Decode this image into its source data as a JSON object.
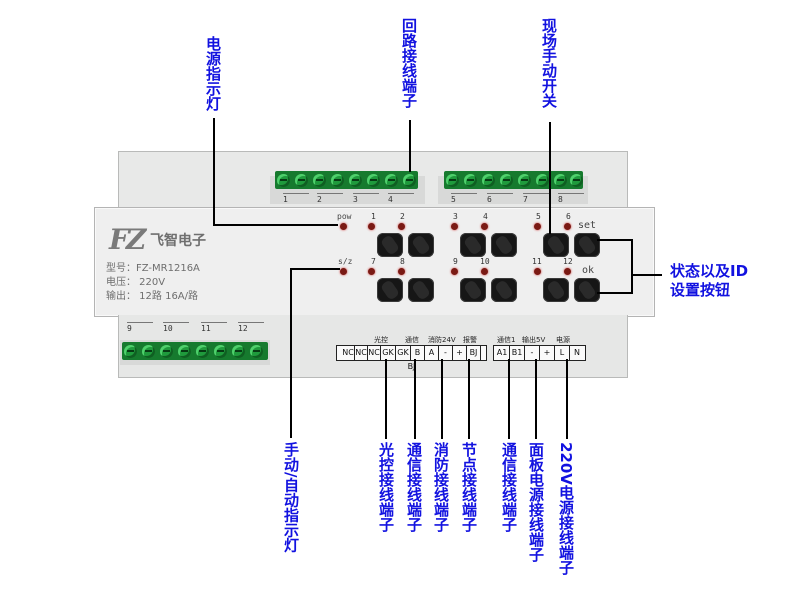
{
  "device": {
    "logo": "FZ",
    "brand": "飞智电子",
    "model": "型号：FZ-MR1216A",
    "voltage": "电压：  220V",
    "output": "输出：  12路 16A/路",
    "indicator_pow": "pow",
    "indicator_sz": "s/z",
    "set_label": "set",
    "ok_label": "ok",
    "channel_numbers_top": [
      "1",
      "2",
      "3",
      "4",
      "5",
      "6"
    ],
    "channel_numbers_bottom": [
      "7",
      "8",
      "9",
      "10",
      "11",
      "12"
    ],
    "top_channels": [
      "1",
      "2",
      "3",
      "4",
      "5",
      "6",
      "7",
      "8"
    ],
    "bottom_channels": [
      "9",
      "10",
      "11",
      "12"
    ],
    "terminal_groups": {
      "g1": "光控",
      "g2": "通信",
      "g3": "消防24V",
      "g4": "报警",
      "g5": "通信1",
      "g6": "输出5V",
      "g7": "电源"
    },
    "terminal_cells": {
      "left": [
        "NC",
        "NC",
        "NC",
        "GK",
        "GK",
        "B",
        "A",
        "-",
        "+",
        "BJ",
        "BJ"
      ],
      "right": [
        "A1",
        "B1",
        "-",
        "+",
        "L",
        "N"
      ]
    }
  },
  "callouts": {
    "power_indicator": "电源指示灯",
    "circuit_terminal": "回路接线端子",
    "manual_switch": "现场手动开关",
    "status_id": "状态以及ID",
    "set_button": "设置按钮",
    "manual_auto_indicator": "手动/自动指示灯",
    "light_control_terminal": "光控接线端子",
    "comm_terminal": "通信接线端子",
    "fire_terminal": "消防接线端子",
    "node_terminal": "节点接线端子",
    "comm_terminal_2": "通信接线端子",
    "panel_power_terminal": "面板电源接线端子",
    "power_220_terminal": "220V电源接线端子"
  },
  "colors": {
    "label_blue": "#1212e0",
    "terminal_green": "#1f9a3c",
    "button_black": "#161616"
  }
}
